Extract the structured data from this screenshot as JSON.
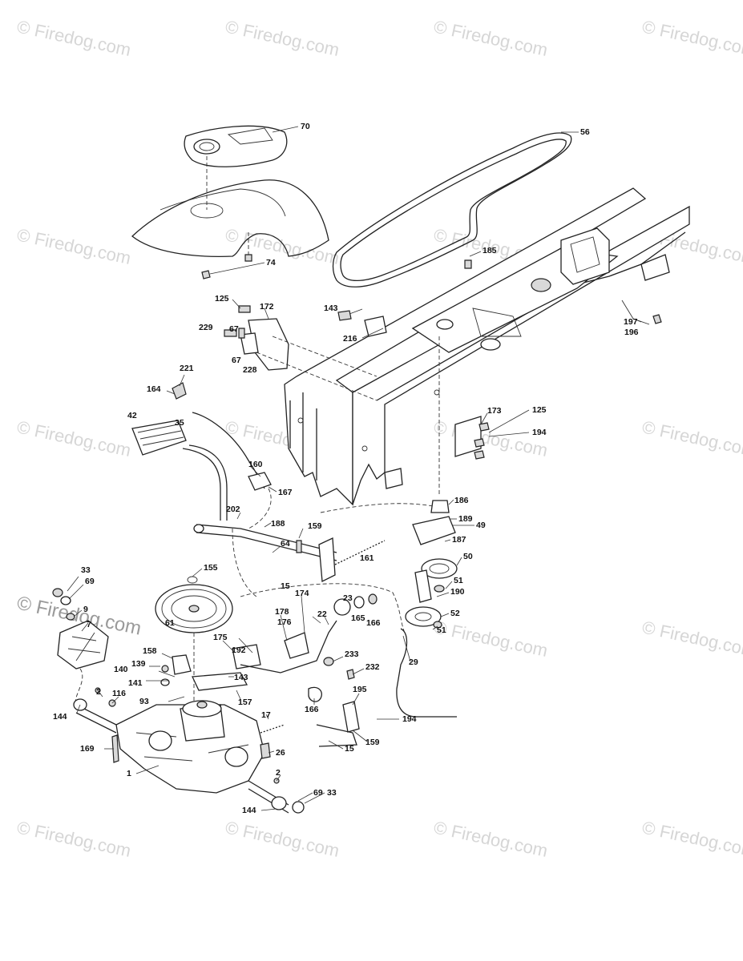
{
  "watermark": {
    "text": "© Firedog.com",
    "big_text": "© Firedog.com"
  },
  "callouts": [
    "70",
    "74",
    "56",
    "185",
    "125",
    "172",
    "229",
    "67",
    "67",
    "228",
    "143",
    "216",
    "197",
    "196",
    "221",
    "164",
    "42",
    "35",
    "173",
    "125",
    "194",
    "160",
    "167",
    "202",
    "188",
    "159",
    "64",
    "161",
    "186",
    "189",
    "49",
    "187",
    "50",
    "51",
    "190",
    "52",
    "51",
    "155",
    "15",
    "23",
    "165",
    "166",
    "61",
    "33",
    "69",
    "9",
    "7",
    "178",
    "174",
    "22",
    "176",
    "192",
    "175",
    "233",
    "232",
    "29",
    "158",
    "139",
    "140",
    "141",
    "143",
    "157",
    "93",
    "2",
    "116",
    "144",
    "195",
    "166",
    "17",
    "194",
    "169",
    "26",
    "15",
    "159",
    "1",
    "2",
    "69",
    "33",
    "144"
  ]
}
